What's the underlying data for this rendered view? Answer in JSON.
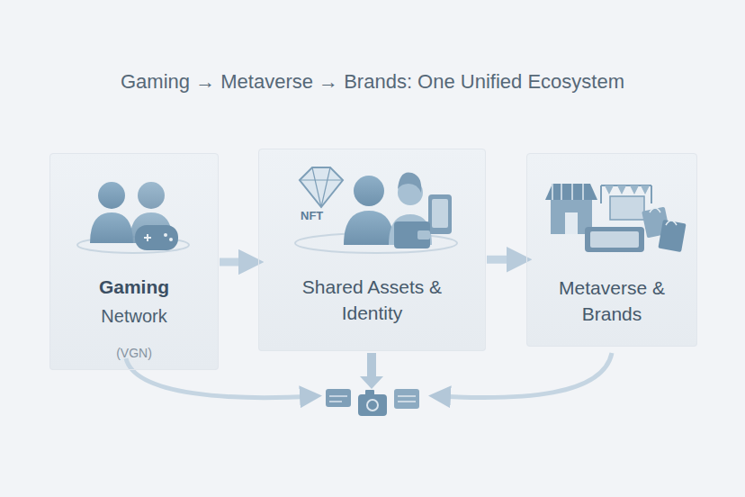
{
  "diagram": {
    "title": "Gaming → Metaverse → Brands: One Unified Ecosystem",
    "nodes": [
      {
        "text": [
          "Gaming",
          "Network",
          "(VGN)"
        ]
      },
      {
        "text": [
          "Shared Assets & Identity"
        ]
      },
      {
        "text": [
          "Metaverse & Brands"
        ]
      }
    ],
    "edges": [
      {
        "from": 0,
        "to": 1,
        "arrow": "to"
      },
      {
        "from": 1,
        "to": 2,
        "arrow": "to"
      }
    ],
    "labels": [
      "NFT"
    ]
  }
}
